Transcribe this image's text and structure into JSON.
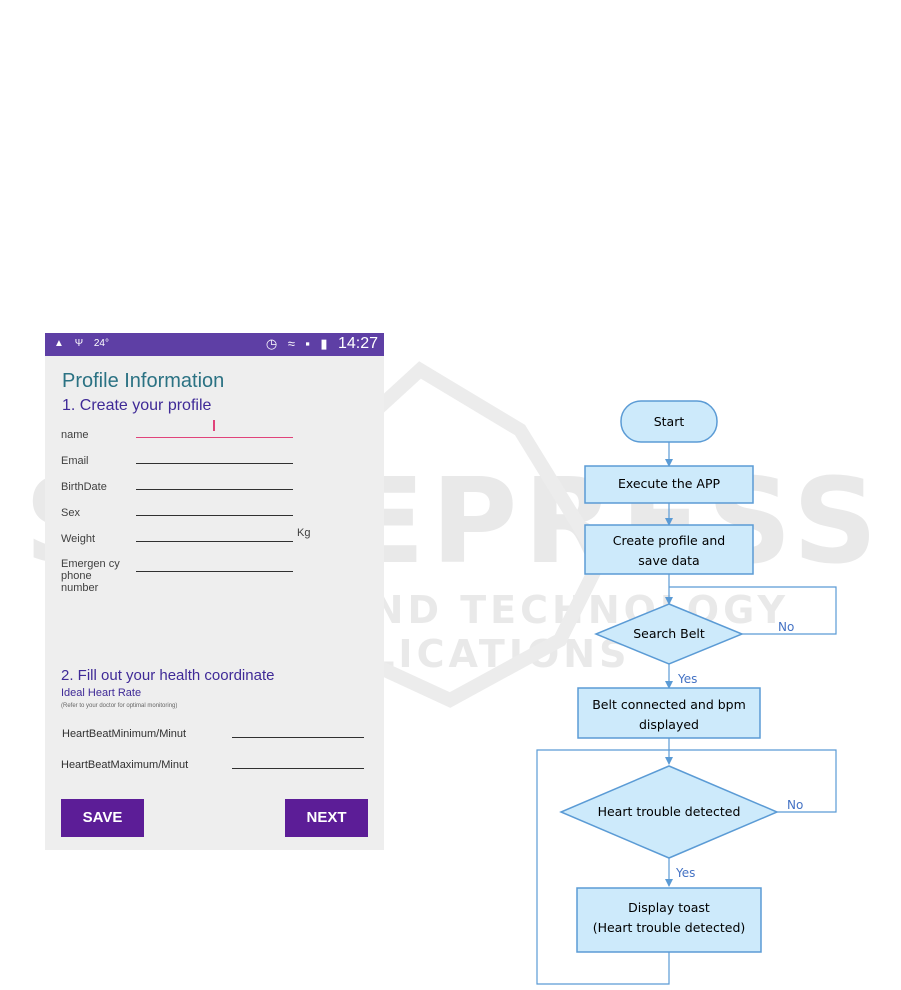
{
  "watermark": {
    "main": "SCITEPRESS",
    "sub": "SCIENCE AND TECHNOLOGY PUBLICATIONS"
  },
  "phone": {
    "status_bar": {
      "left_text": "24°",
      "time": "14:27"
    },
    "title": "Profile Information",
    "section1": "1. Create your profile",
    "fields": [
      {
        "label": "name",
        "value": ""
      },
      {
        "label": "Email",
        "value": ""
      },
      {
        "label": "BirthDate",
        "value": ""
      },
      {
        "label": "Sex",
        "value": ""
      },
      {
        "label": "Weight",
        "value": "",
        "unit": "Kg"
      },
      {
        "label": "Emergen cy phone number",
        "value": ""
      }
    ],
    "section2": "2. Fill out your health coordinate",
    "ideal_heart_rate": "Ideal Heart Rate",
    "refer_note": "(Refer to your doctor for optimal monitoring)",
    "heart_fields": [
      {
        "label": "HeartBeatMinimum/Minut",
        "value": ""
      },
      {
        "label": "HeartBeatMaximum/Minut",
        "value": ""
      }
    ],
    "save_label": "SAVE",
    "next_label": "NEXT",
    "colors": {
      "status_bar": "#5e3fa5",
      "title": "#2b7283",
      "accent": "#3f2a97",
      "button": "#5c1d97",
      "focus": "#e0437a"
    }
  },
  "flowchart": {
    "start": "Start",
    "execute": "Execute the APP",
    "create_profile": [
      "Create profile and",
      "save data"
    ],
    "search_belt": "Search Belt",
    "belt_connected": [
      "Belt connected and bpm",
      "displayed"
    ],
    "heart_trouble": "Heart trouble detected",
    "display_toast": [
      "Display toast",
      "(Heart trouble detected)"
    ],
    "yes_label": "Yes",
    "no_label": "No",
    "colors": {
      "fill": "#cdeafb",
      "stroke": "#5b9bd5",
      "label": "#4472c4"
    }
  }
}
